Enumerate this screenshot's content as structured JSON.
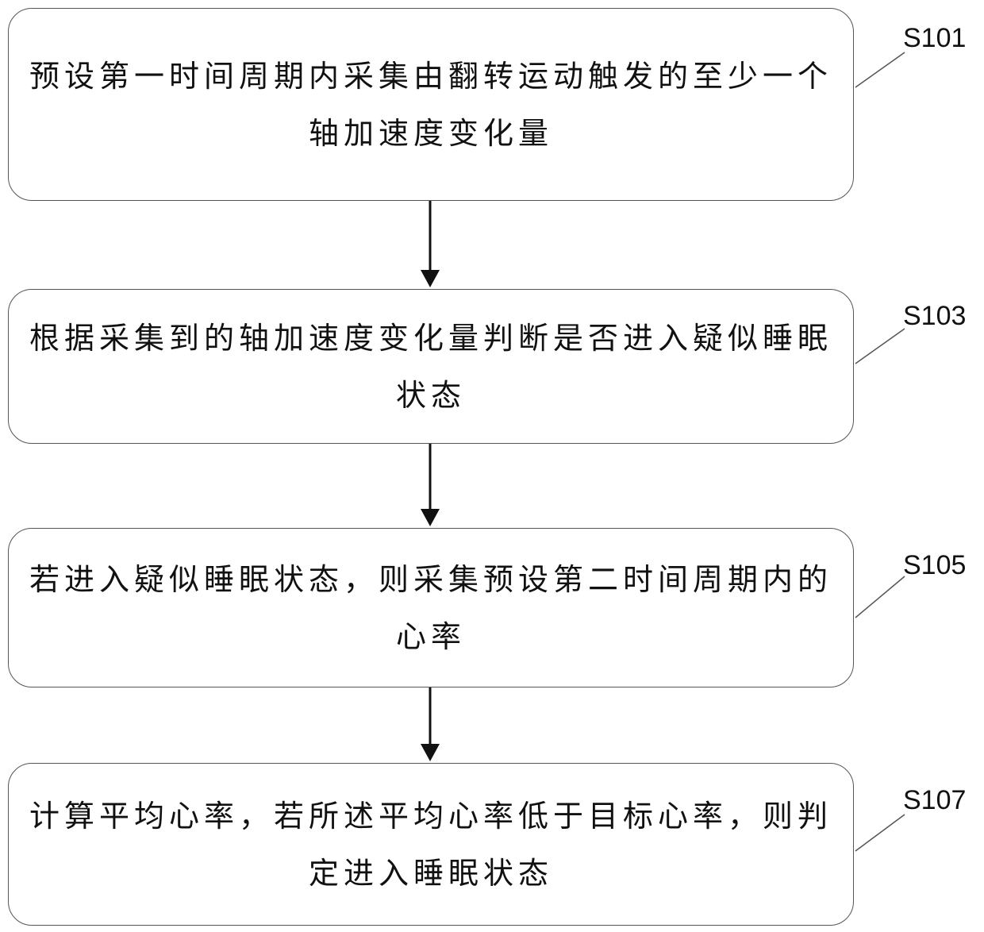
{
  "steps": [
    {
      "id": "S101",
      "text": "预设第一时间周期内采集由翻转运动触发的至少一个轴加速度变化量"
    },
    {
      "id": "S103",
      "text": "根据采集到的轴加速度变化量判断是否进入疑似睡眠状态"
    },
    {
      "id": "S105",
      "text": "若进入疑似睡眠状态，则采集预设第二时间周期内的心率"
    },
    {
      "id": "S107",
      "text": "计算平均心率，若所述平均心率低于目标心率，则判定进入睡眠状态"
    }
  ]
}
